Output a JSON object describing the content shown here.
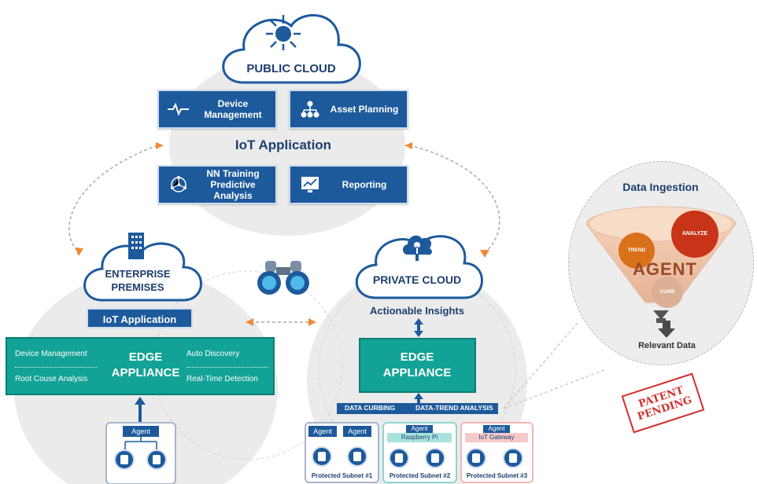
{
  "public_cloud": {
    "title": "PUBLIC CLOUD",
    "section_title": "IoT Application",
    "tiles": [
      {
        "label": "Device Management",
        "icon": "pulse-icon"
      },
      {
        "label": "Asset Planning",
        "icon": "org-chart-icon"
      },
      {
        "label": "NN Training Predictive Analysis",
        "icon": "neural-network-icon"
      },
      {
        "label": "Reporting",
        "icon": "chart-monitor-icon"
      }
    ]
  },
  "enterprise": {
    "title": "ENTERPRISE PREMISES",
    "iot_app": "IoT Application",
    "edge_left_top": "Device Management",
    "edge_left_bottom": "Root Couse Analysis",
    "edge_center": "EDGE APPLIANCE",
    "edge_right_top": "Auto Discovery",
    "edge_right_bottom": "Real-Time Detection",
    "agent": "Agent"
  },
  "private_cloud": {
    "title": "PRIVATE CLOUD",
    "insights": "Actionable Insights",
    "edge": "EDGE APPLIANCE",
    "bar_left": "DATA CURBING",
    "bar_right": "DATA-TREND ANALYSIS",
    "subnets": [
      {
        "agents": [
          "Agent",
          "Agent"
        ],
        "gateway": "",
        "caption": "Protected Subnet #1",
        "border": "#a9b4cc"
      },
      {
        "agents": [
          "Agent"
        ],
        "gateway": "Raspberry Pi",
        "caption": "Protected Subnet #2",
        "border": "#8fd6cf"
      },
      {
        "agents": [
          "Agent"
        ],
        "gateway": "IoT Gateway",
        "caption": "Protected Subnet #3",
        "border": "#f1b7b7"
      }
    ]
  },
  "ingestion": {
    "title": "Data Ingestion",
    "agent": "AGENT",
    "trend": "TREND",
    "analyze": "ANALYZE",
    "curb": "CURB",
    "relevant": "Relevant Data"
  },
  "stamp": {
    "text": "PATENT PENDING",
    "color": "#d32f2f"
  },
  "colors": {
    "blue": "#1d5a9c",
    "teal": "#13a296",
    "orange": "#f08a3c",
    "navy": "#1d3f6e"
  }
}
